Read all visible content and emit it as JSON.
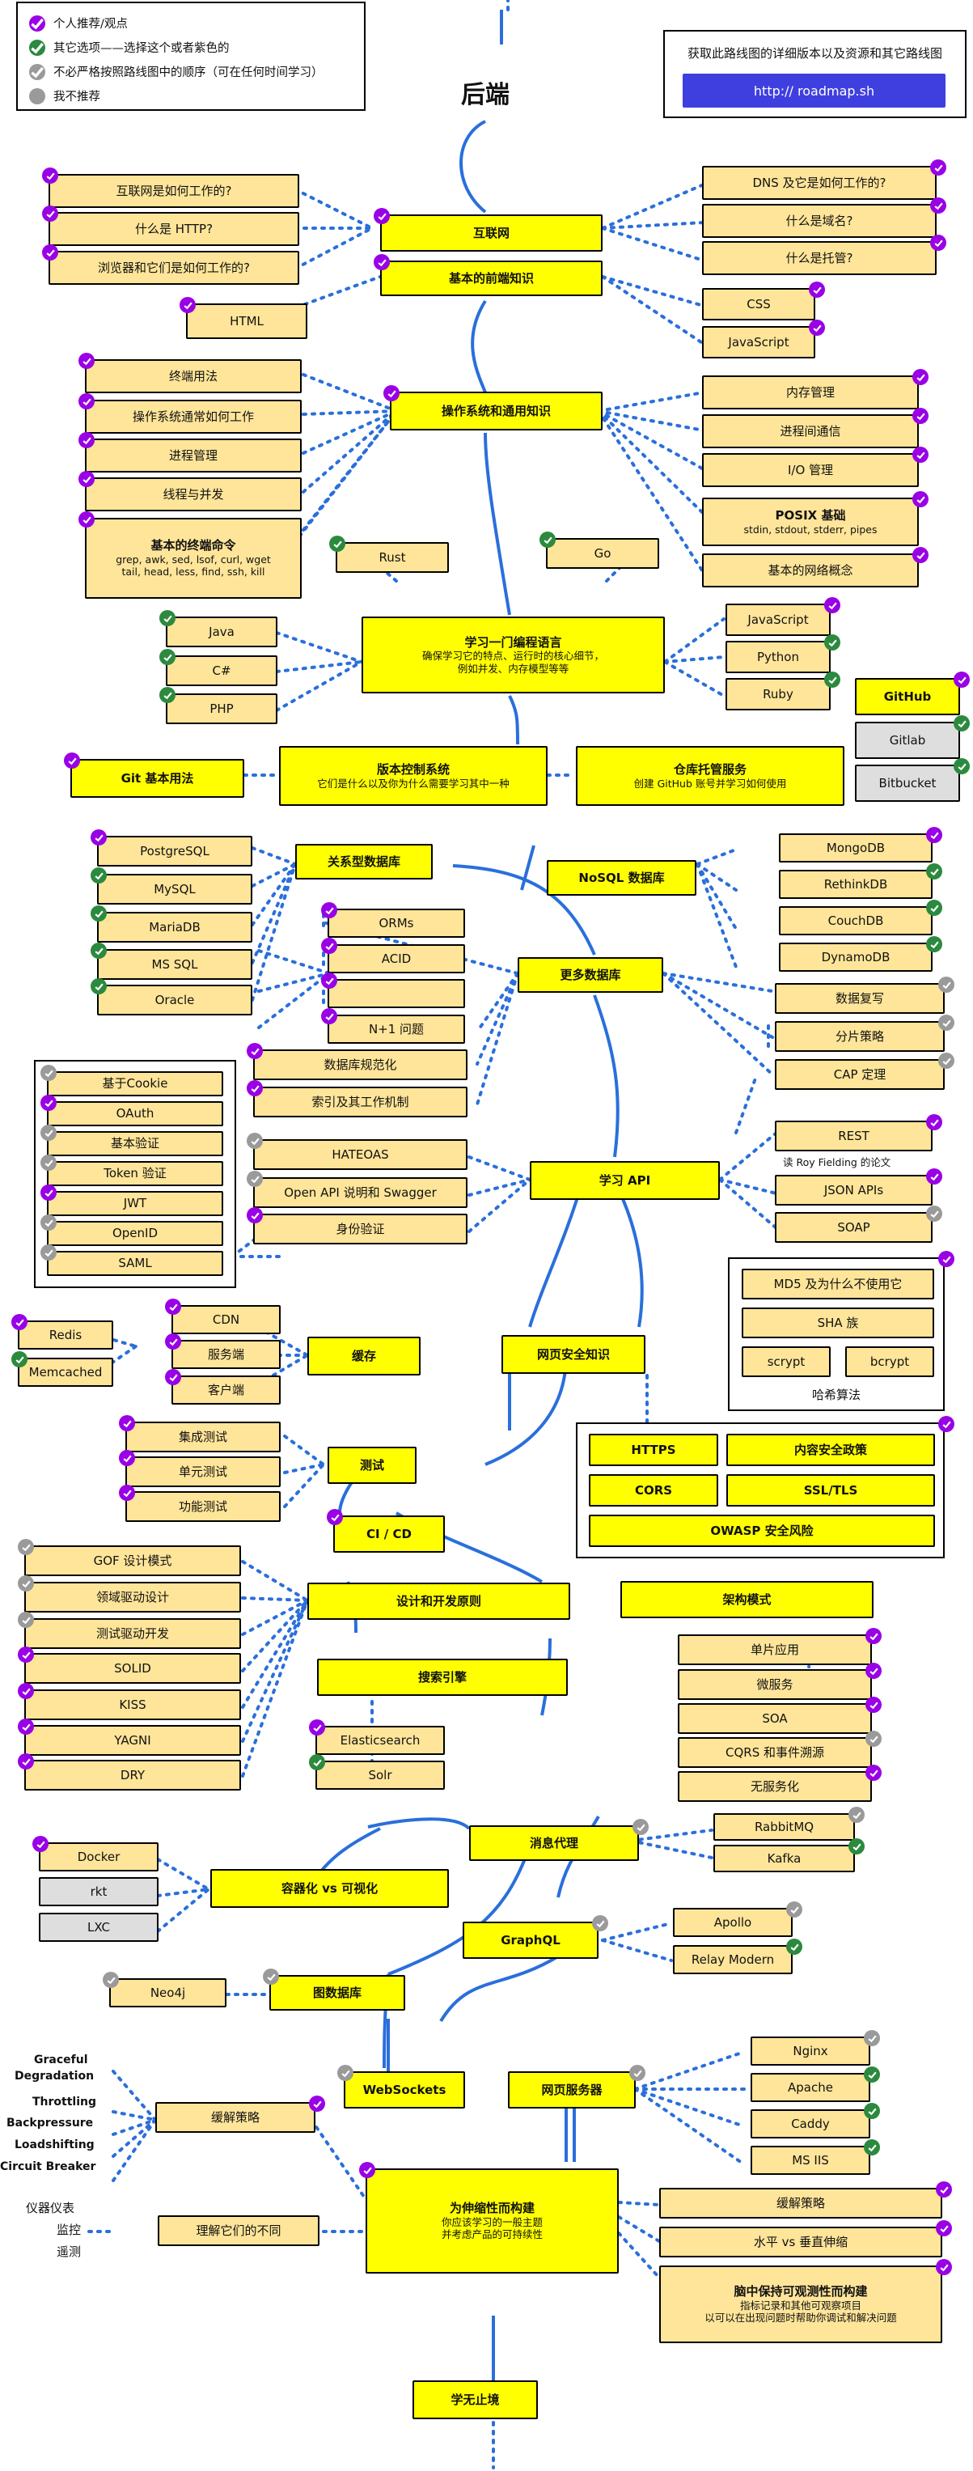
{
  "legend": [
    {
      "text": "个人推荐/观点",
      "icon": "purple-check-icon"
    },
    {
      "text": "其它选项——选择这个或者紫色的",
      "icon": "green-check-icon"
    },
    {
      "text": "不必严格按照路线图中的顺序（可在任何时间学习）",
      "icon": "grey-check-icon"
    },
    {
      "text": "我不推荐",
      "icon": "grey-dot-icon"
    }
  ],
  "info": {
    "text": "获取此路线图的详细版本以及资源和其它路线图",
    "link": "http:// roadmap.sh"
  },
  "title": "后端",
  "colors": {
    "main": "#ffff00",
    "sub": "#ffe599",
    "line": "#2a6fdb",
    "purple": "#9900e6",
    "green": "#2b8a3e",
    "grey": "#9a9a9a",
    "link_button": "#3f3fe0"
  },
  "nodes": {
    "internet": "互联网",
    "frontend": "基本的前端知识",
    "os": "操作系统和通用知识",
    "lang": [
      "学习一门编程语言",
      "确保学习它的特点、运行时的核心细节，",
      "例如并发、内存模型等等"
    ],
    "vcs": [
      "版本控制系统",
      "它们是什么以及你为什么需要学习其中一种"
    ],
    "repo": [
      "仓库托管服务",
      "创建 GitHub 账号并学习如何使用"
    ],
    "rdb": "关系型数据库",
    "nosql": "NoSQL 数据库",
    "moredb": "更多数据库",
    "api": "学习 API",
    "cache": "缓存",
    "websec": "网页安全知识",
    "testing": "测试",
    "cicd": "CI / CD",
    "design": "设计和开发原则",
    "arch": "架构模式",
    "search": "搜索引擎",
    "broker": "消息代理",
    "container": "容器化 vs 可视化",
    "graphql": "GraphQL",
    "graphdb": "图数据库",
    "websockets": "WebSockets",
    "webserver": "网页服务器",
    "mitig": "缓解策略",
    "diff": "理解它们的不同",
    "scale": [
      "为伸缩性而构建",
      "你应该学习的一般主题",
      "并考虑产品的可持续性"
    ],
    "keep": "学无止境"
  },
  "internet_items": [
    "互联网是如何工作的?",
    "什么是 HTTP?",
    "浏览器和它们是如何工作的?"
  ],
  "internet_right": [
    "DNS 及它是如何工作的?",
    "什么是域名?",
    "什么是托管?"
  ],
  "frontend_items": [
    "HTML",
    "CSS",
    "JavaScript"
  ],
  "os_left": [
    "终端用法",
    "操作系统通常如何工作",
    "进程管理",
    "线程与并发"
  ],
  "terminal": [
    "基本的终端命令",
    "grep, awk, sed, lsof, curl, wget",
    "tail, head, less, find, ssh, kill"
  ],
  "os_right": [
    "内存管理",
    "进程间通信",
    "I/O 管理"
  ],
  "posix": [
    "POSIX 基础",
    "stdin, stdout, stderr, pipes"
  ],
  "network": "基本的网络概念",
  "langs_top": [
    "Rust",
    "Go"
  ],
  "langs_left": [
    "Java",
    "C#",
    "PHP"
  ],
  "langs_right": [
    "JavaScript",
    "Python",
    "Ruby"
  ],
  "git": "Git 基本用法",
  "hosts": [
    "GitHub",
    "Gitlab",
    "Bitbucket"
  ],
  "rdb_items": [
    "PostgreSQL",
    "MySQL",
    "MariaDB",
    "MS SQL",
    "Oracle"
  ],
  "nosql_items": [
    "MongoDB",
    "RethinkDB",
    "CouchDB",
    "DynamoDB"
  ],
  "moredb_left": [
    "ORMs",
    "ACID",
    "",
    "N+1 问题",
    "数据库规范化",
    "索引及其工作机制"
  ],
  "moredb_right": [
    "数据复写",
    "分片策略",
    "CAP 定理"
  ],
  "auth": [
    "基于Cookie",
    "OAuth",
    "基本验证",
    "Token 验证",
    "JWT",
    "OpenID",
    "SAML"
  ],
  "api_left": [
    "HATEOAS",
    "Open API 说明和 Swagger",
    "身份验证"
  ],
  "api_right": [
    "REST",
    "JSON APIs",
    "SOAP"
  ],
  "rest_note": "读 Roy Fielding 的论文",
  "hash": {
    "items": [
      "MD5 及为什么不使用它",
      "SHA 族",
      "scrypt",
      "bcrypt"
    ],
    "label": "哈希算法"
  },
  "sec": [
    "HTTPS",
    "内容安全政策",
    "CORS",
    "SSL/TLS",
    "OWASP 安全风险"
  ],
  "cache_left": [
    "Redis",
    "Memcached"
  ],
  "cache_mid": [
    "CDN",
    "服务端",
    "客户端"
  ],
  "test_items": [
    "集成测试",
    "单元测试",
    "功能测试"
  ],
  "design_items": [
    "GOF 设计模式",
    "领域驱动设计",
    "测试驱动开发",
    "SOLID",
    "KISS",
    "YAGNI",
    "DRY"
  ],
  "arch_items": [
    "单片应用",
    "微服务",
    "SOA",
    "CQRS 和事件溯源",
    "无服务化"
  ],
  "search_items": [
    "Elasticsearch",
    "Solr"
  ],
  "broker_items": [
    "RabbitMQ",
    "Kafka"
  ],
  "container_items": [
    "Docker",
    "rkt",
    "LXC"
  ],
  "graphql_items": [
    "Apollo",
    "Relay Modern"
  ],
  "graphdb_items": [
    "Neo4j"
  ],
  "webserver_items": [
    "Nginx",
    "Apache",
    "Caddy",
    "MS IIS"
  ],
  "mitig_items": [
    "Graceful",
    "Degradation",
    "Throttling",
    "Backpressure",
    "Loadshifting",
    "Circuit Breaker"
  ],
  "diff_items": [
    "仪器仪表",
    "监控",
    "遥测"
  ],
  "scale_right": [
    "缓解策略",
    "水平 vs 垂直伸缩"
  ],
  "observe": [
    "脑中保持可观测性而构建",
    "指标记录和其他可观察项目",
    "以可以在出现问题时帮助你调试和解决问题"
  ]
}
